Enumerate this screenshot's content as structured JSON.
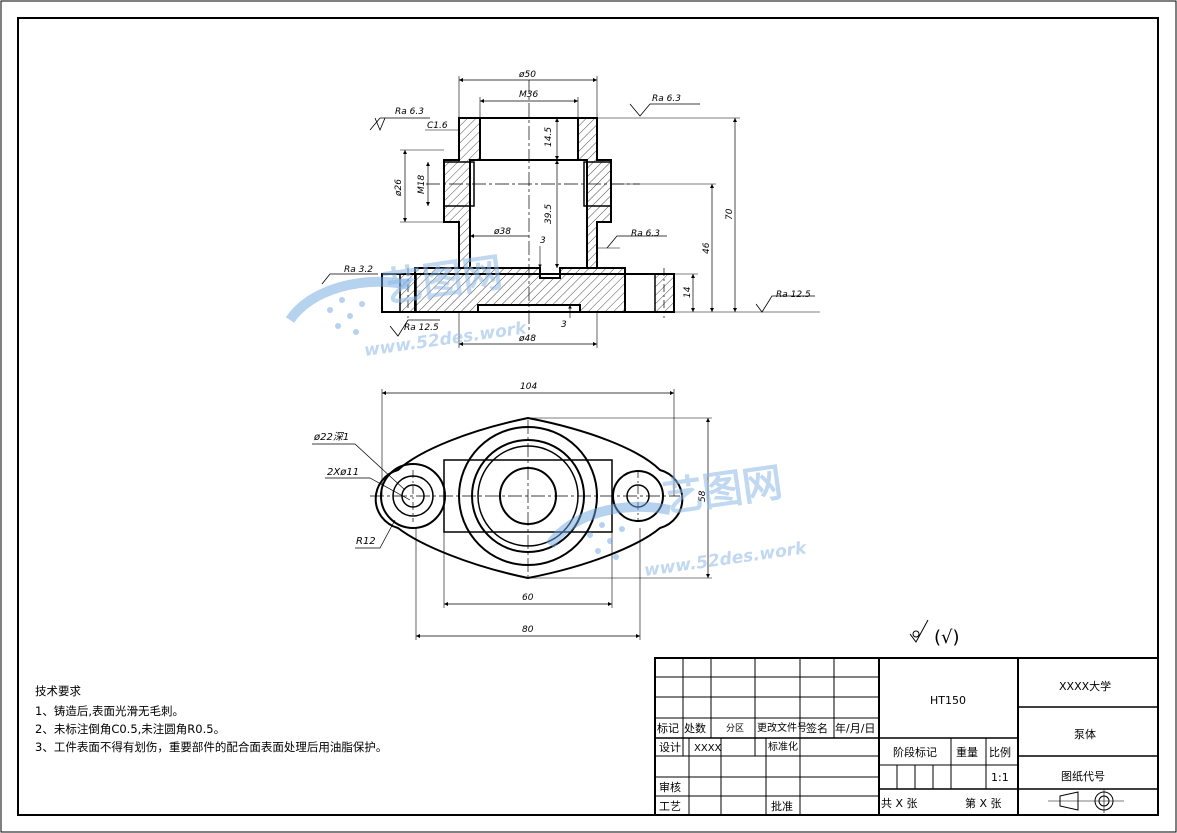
{
  "dimensions": {
    "top_view": {
      "d50": "ø50",
      "m36": "M36",
      "ra63_left": "Ra 6.3",
      "c16": "C1.6",
      "ra63_right": "Ra 6.3",
      "d145": "14.5",
      "d26": "ø26",
      "m18": "M18",
      "d395": "39.5",
      "d38": "ø38",
      "d3a": "3",
      "ra63_mid": "Ra 6.3",
      "d70": "70",
      "d46": "46",
      "ra32": "Ra 3.2",
      "d14": "14",
      "ra125_right": "Ra 12.5",
      "ra125_left": "Ra 12.5",
      "d3b": "3",
      "d48": "ø48"
    },
    "bottom_view": {
      "d104": "104",
      "hole_depth": "ø22深1",
      "holes": "2Xø11",
      "r12": "R12",
      "d58": "58",
      "d60": "60",
      "d80": "80"
    }
  },
  "roughness_note": "(√)",
  "tech_requirements": {
    "title": "技术要求",
    "items": [
      "1、铸造后,表面光滑无毛刺。",
      "2、未标注倒角C0.5,未注圆角R0.5。",
      "3、工件表面不得有划伤，重要部件的配合面表面处理后用油脂保护。"
    ]
  },
  "title_block": {
    "mark": "标记",
    "count": "处数",
    "zone": "分区",
    "change_doc": "更改文件号",
    "sign": "签名",
    "date": "年/月/日",
    "design": "设计",
    "designer": "XXXX",
    "standardize": "标准化",
    "review": "审核",
    "process": "工艺",
    "approve": "批准",
    "material": "HT150",
    "stage_mark": "阶段标记",
    "weight": "重量",
    "scale": "比例",
    "scale_value": "1:1",
    "total_sheets": "共 X 张",
    "sheet_no": "第 X 张",
    "school": "XXXX大学",
    "part_name": "泵体",
    "drawing_code": "图纸代号"
  },
  "watermark": {
    "brand": "艺图网",
    "url": "www.52des.work"
  }
}
